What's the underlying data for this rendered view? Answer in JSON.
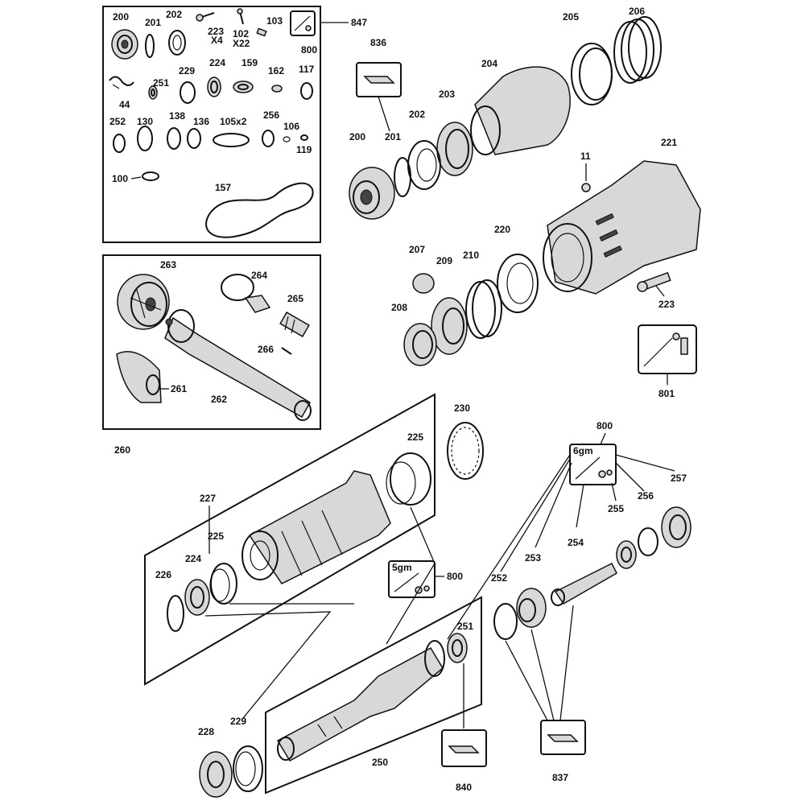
{
  "diagram": {
    "labels": {
      "l200a": "200",
      "l201a": "201",
      "l202a": "202",
      "l223a": "223",
      "l223x": "X4",
      "l102": "102",
      "l102x": "X22",
      "l103": "103",
      "l800a": "800",
      "l847": "847",
      "l44": "44",
      "l251a": "251",
      "l229a": "229",
      "l224a": "224",
      "l159": "159",
      "l162": "162",
      "l117": "117",
      "l252a": "252",
      "l130": "130",
      "l138": "138",
      "l136": "136",
      "l105": "105x2",
      "l256a": "256",
      "l106": "106",
      "l119": "119",
      "l100": "100",
      "l157": "157",
      "l263": "263",
      "l264": "264",
      "l265": "265",
      "l266": "266",
      "l261": "261",
      "l262": "262",
      "l260": "260",
      "l836": "836",
      "l205": "205",
      "l206": "206",
      "l204": "204",
      "l203": "203",
      "l202b": "202",
      "l201b": "201",
      "l200b": "200",
      "l11": "11",
      "l221": "221",
      "l207": "207",
      "l209": "209",
      "l210": "210",
      "l220": "220",
      "l208": "208",
      "l223b": "223",
      "l801": "801",
      "l230": "230",
      "l225a": "225",
      "l227": "227",
      "l225b": "225",
      "l224b": "224",
      "l226": "226",
      "l800b": "800",
      "l5gm": "5gm",
      "l800c": "800",
      "l6gm": "6gm",
      "l257": "257",
      "l255": "255",
      "l256b": "256",
      "l254": "254",
      "l253": "253",
      "l252b": "252",
      "l251b": "251",
      "l228": "228",
      "l229b": "229",
      "l250": "250",
      "l840": "840",
      "l837": "837"
    }
  }
}
